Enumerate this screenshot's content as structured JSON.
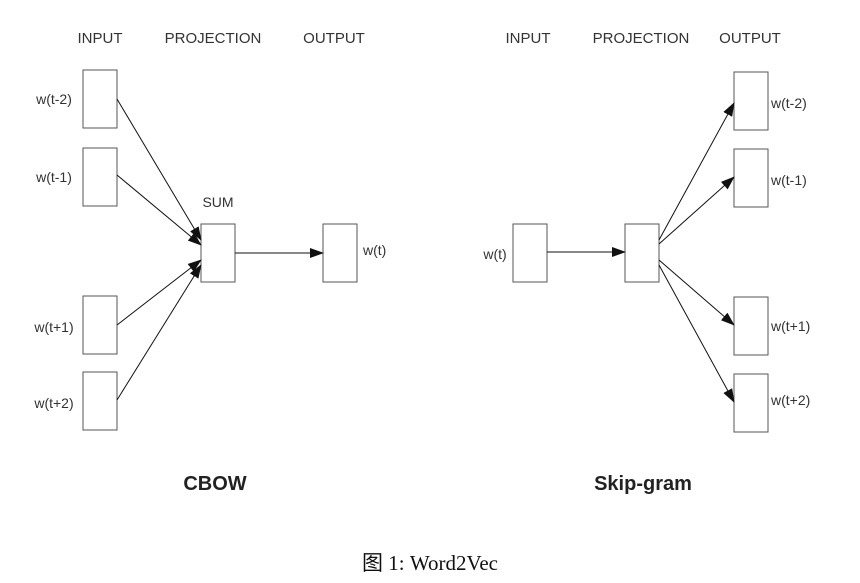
{
  "cbow": {
    "headers": {
      "input": "INPUT",
      "projection": "PROJECTION",
      "output": "OUTPUT"
    },
    "inputs": [
      "w(t-2)",
      "w(t-1)",
      "w(t+1)",
      "w(t+2)"
    ],
    "projection_label": "SUM",
    "output": "w(t)",
    "title": "CBOW"
  },
  "skipgram": {
    "headers": {
      "input": "INPUT",
      "projection": "PROJECTION",
      "output": "OUTPUT"
    },
    "input": "w(t)",
    "outputs": [
      "w(t-2)",
      "w(t-1)",
      "w(t+1)",
      "w(t+2)"
    ],
    "title": "Skip-gram"
  },
  "caption": "图 1: Word2Vec",
  "colors": {
    "stroke": "#111111",
    "box_border": "#555555",
    "text": "#333333"
  }
}
